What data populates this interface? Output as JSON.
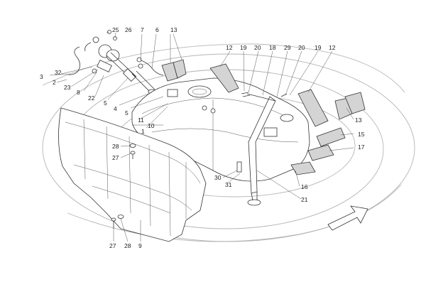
{
  "callouts": {
    "c25": "25",
    "c26": "26",
    "c7": "7",
    "c6": "6",
    "c13a": "13",
    "c3": "3",
    "c32": "32",
    "c2": "2",
    "c23": "23",
    "c8": "8",
    "c22": "22",
    "c5a": "5",
    "c4": "4",
    "c5b": "5",
    "c11": "11",
    "c10": "10",
    "c1": "1",
    "c12a": "12",
    "c19a": "19",
    "c20a": "20",
    "c18": "18",
    "c29": "29",
    "c20b": "20",
    "c19b": "19",
    "c12b": "12",
    "c13b": "13",
    "c15": "15",
    "c17": "17",
    "c16": "16",
    "c21": "21",
    "c30": "30",
    "c31": "31",
    "c28a": "28",
    "c27a": "27",
    "c27b": "27",
    "c28b": "28",
    "c9": "9"
  },
  "colors": {
    "ink": "#333333",
    "ghost": "#b5b5b5",
    "shade": "#d4d4d4"
  },
  "icons": {
    "direction": "direction-arrow-icon"
  }
}
